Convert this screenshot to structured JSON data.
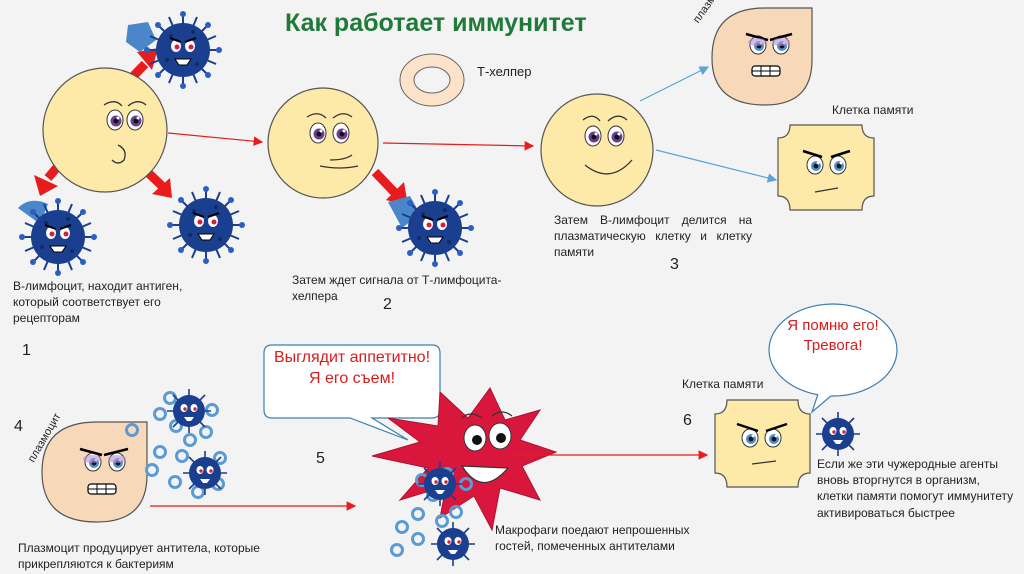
{
  "title": "Как работает иммунитет",
  "labels": {
    "t_helper": "Т-хелпер",
    "plasmocyte_top": "плазмоцит",
    "memory_cell_top": "Клетка памяти",
    "plasmocyte_left": "плазмоцит",
    "memory_cell_bottom": "Клетка памяти"
  },
  "steps": [
    {
      "number": "1",
      "text": "В-лимфоцит, находит антиген, который соответствует его рецепторам"
    },
    {
      "number": "2",
      "text": "Затем ждет сигнала от Т-лимфоцита-хелпера"
    },
    {
      "number": "3",
      "text": "Затем В-лимфоцит делится на плазматическую клетку и клетку памяти"
    },
    {
      "number": "4",
      "text": "Плазмоцит продуцирует антитела, которые прикрепляются к бактериям"
    },
    {
      "number": "5",
      "text": "Макрофаги поедают непрошенных гостей, помеченных антителами"
    },
    {
      "number": "6",
      "text": "Если же эти чужеродные агенты вновь вторгнутся в организм, клетки памяти помогут иммунитету активироваться быстрее"
    }
  ],
  "speech": {
    "macrophage": "Выглядит аппетитно! Я его съем!",
    "memory": "Я помню его! Тревога!"
  },
  "colors": {
    "title": "#1f7a3a",
    "cell_fill": "#fde9a8",
    "plasmocyte_fill": "#f7d9b9",
    "virus_fill": "#1b3f8f",
    "arrow_red": "#e81c1c",
    "line_blue": "#5aa5d6",
    "macrophage_fill": "#d9173d",
    "antibody": "#5b9bd5",
    "speech_text": "#d81c1c"
  }
}
